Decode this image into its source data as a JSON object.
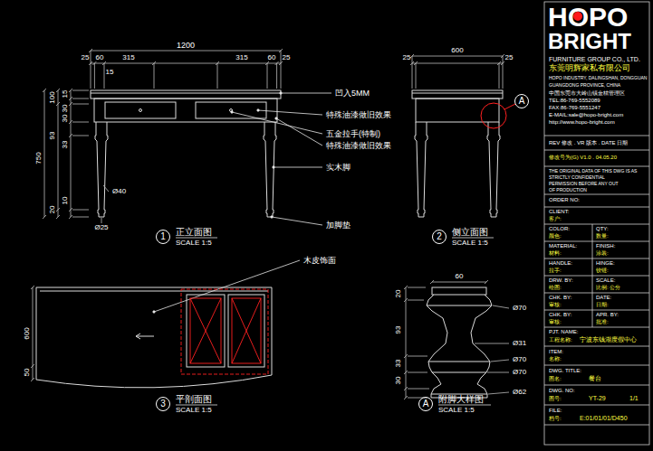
{
  "diagram": {
    "nodes": [
      {
        "text": [
          "1"
        ]
      },
      {
        "text": [
          "2"
        ]
      },
      {
        "text": [
          "A"
        ]
      },
      {
        "text": [
          "3"
        ]
      },
      {
        "text": [
          "A"
        ]
      }
    ],
    "labels": [
      "1200",
      "25",
      "60",
      "315",
      "315",
      "60",
      "25",
      "15",
      "100",
      "30",
      "15",
      "93",
      "30",
      "33",
      "750",
      "10",
      "20",
      "Ø40",
      "Ø25",
      "凹入5MM",
      "特殊油漆做旧效果",
      "五金拉手(特制)",
      "特殊油漆做旧效果",
      "实木脚",
      "加脚垫",
      "正立面图",
      "SCALE 1:5",
      "25",
      "600",
      "25",
      "侧立面图",
      "SCALE 1:5",
      "木皮饰面",
      "600",
      "50",
      "平剖面图",
      "SCALE 1:5",
      "60",
      "20",
      "93",
      "33",
      "30",
      "Ø70",
      "Ø31",
      "Ø70",
      "Ø70",
      "Ø62",
      "附脚大样图",
      "SCALE 1:5",
      "HOPO",
      "BRIGHT",
      "FURNITURE GROUP CO., LTD.",
      "东莞明辉家私有限公司",
      "HOPO INDUSTRY, DALINGSHAN, DONGGUAN",
      "GUANGDONG PROVINCE, CHINA",
      "中国东莞市大岭山镇金桔管理区",
      "TEL:86-769-5552089",
      "FAX:86-769-5551247",
      "E-MAIL:sale@hopo-bright.com",
      "http://www.hopo-bright.com",
      "REV 修改 . VR 版本 . DATE 日期",
      "修改号为(G) V1.0 . 04.05.20",
      "THE ORIGINAL DATA OF THIS DWG IS AS",
      "STRICTLY CONFIDENTIAL",
      "PERMISSION BEFORE ANY OUT",
      "OF PRODUCTION",
      "ORDER NO:",
      "CLIENT:",
      "客户:",
      "COLOR:",
      "QTY:",
      "颜色:",
      "数量:",
      "MATERIAL:",
      "FINISH:",
      "材料:",
      "涂装:",
      "HANDLE:",
      "HINGE:",
      "拉手:",
      "铰链:",
      "DRW. BY:",
      "SCALE:",
      "绘图:",
      "比例: 公分",
      "CHK. BY:",
      "DATE:",
      "审核:",
      "日期:",
      "CHK. BY:",
      "APR. BY:",
      "审核:",
      "批准:",
      "PJT. NAME:",
      "工程名称:",
      "宁波东钱湖度假中心",
      "ITEM:",
      "名称:",
      "DWG. TITLE:",
      "图名:",
      "餐台",
      "DWG. NO:",
      "图号:",
      "YT-29",
      "1/1",
      "FILE:",
      "档号:",
      "E:01/01/01/D450"
    ]
  }
}
